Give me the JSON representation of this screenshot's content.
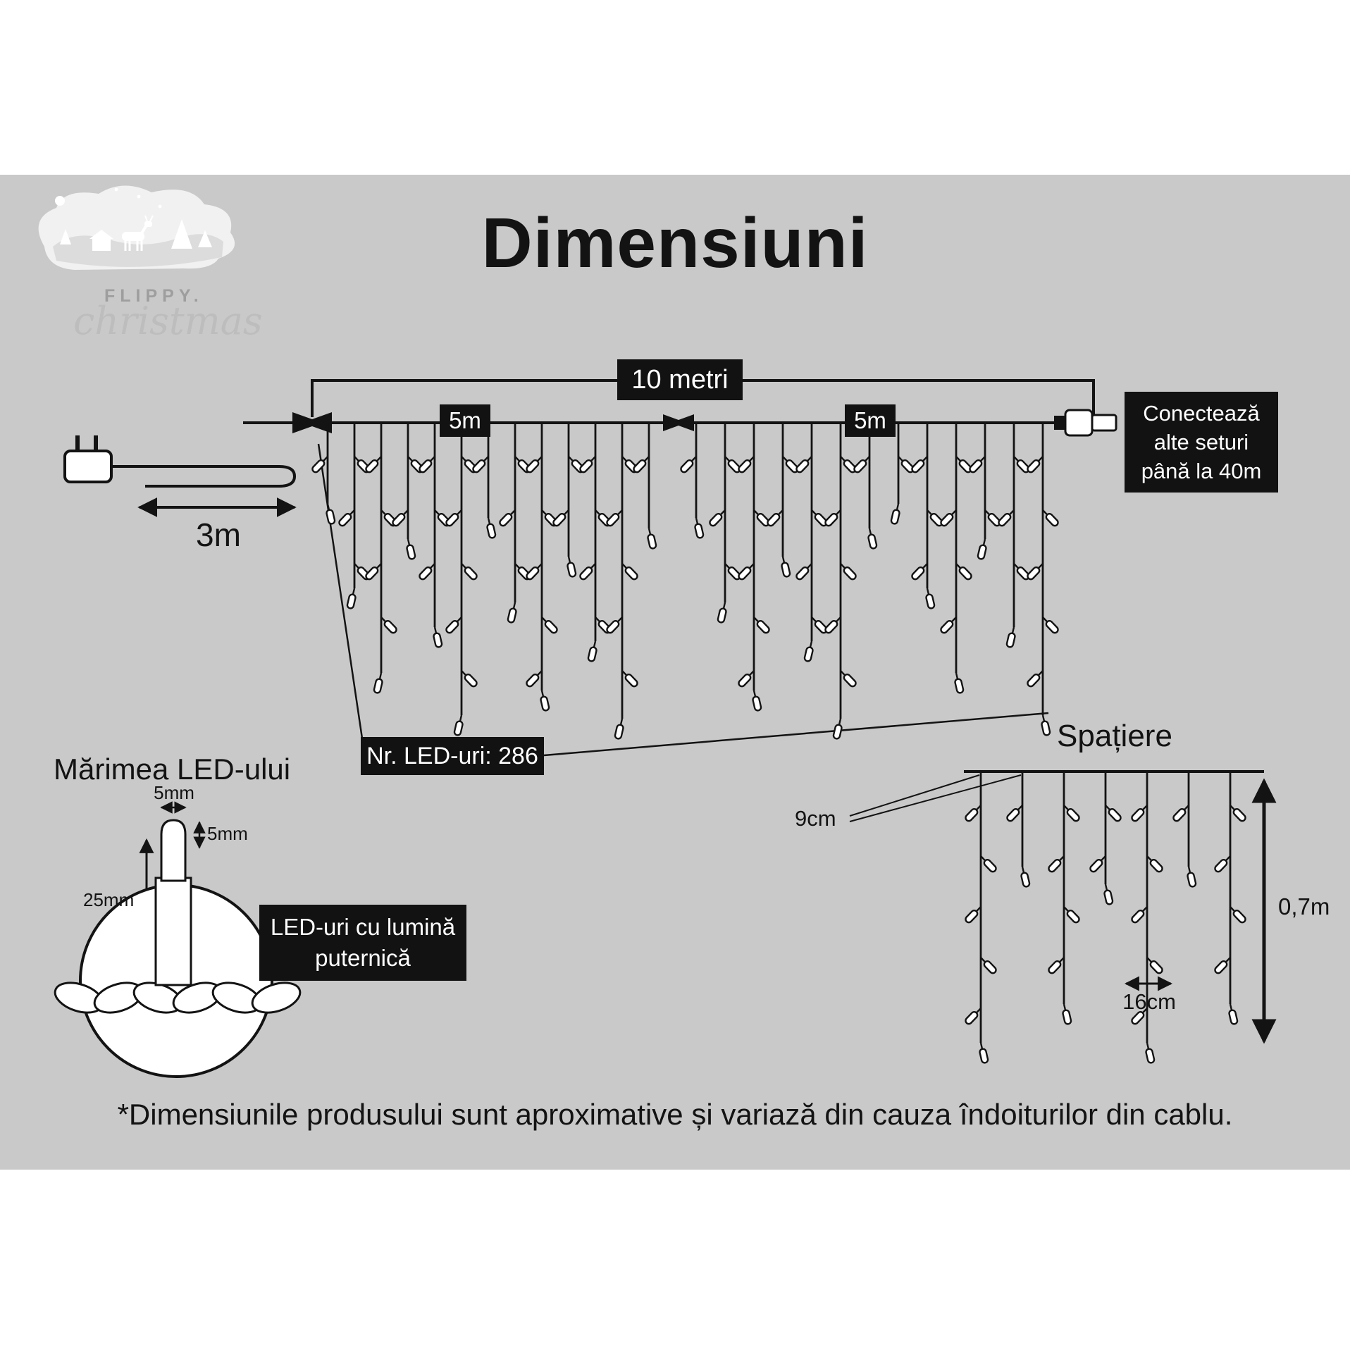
{
  "title": "Dimensiuni",
  "footnote": "*Dimensiunile produsului sunt aproximative și variază din cauza îndoiturilor din cablu.",
  "logo": {
    "brand": "FLIPPY.",
    "script": "christmas"
  },
  "main_diagram": {
    "total_label": "10 metri",
    "segment_labels": [
      "5m",
      "5m"
    ],
    "lead_label": "3m",
    "led_count": "Nr. LED-uri: 286",
    "connect_lines": [
      "Conectează",
      "alte seturi",
      "până la 40m"
    ]
  },
  "led_size": {
    "heading": "Mărimea LED-ului",
    "width": "5mm",
    "height": "5mm",
    "length": "25mm",
    "note_lines": [
      "LED-uri cu lumină",
      "puternică"
    ]
  },
  "spacing": {
    "heading": "Spațiere",
    "drop_gap": "9cm",
    "led_gap": "16cm",
    "drop_length": "0,7m"
  },
  "colors": {
    "band": "#c9c9c9",
    "ink": "#131313",
    "box_bg": "#121212",
    "box_text": "#ffffff"
  }
}
